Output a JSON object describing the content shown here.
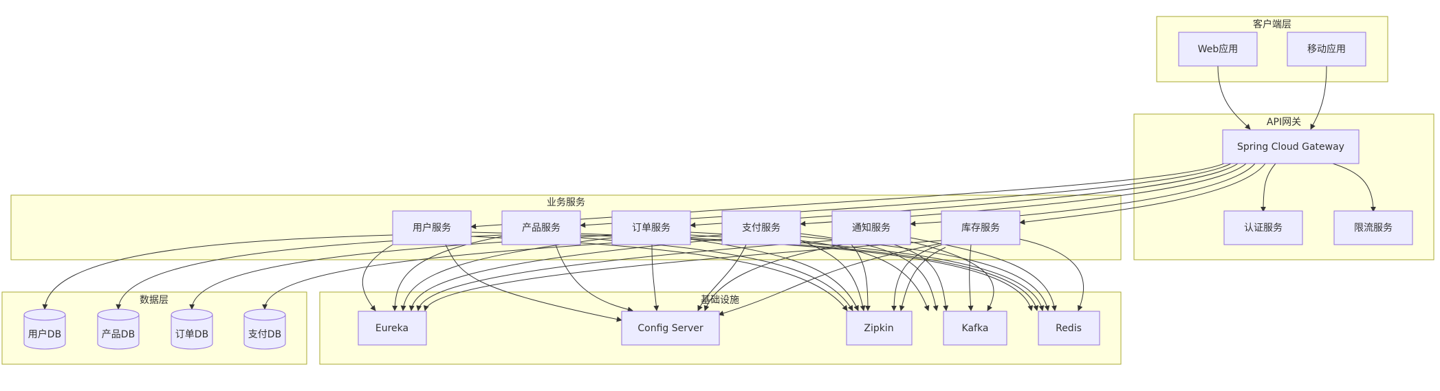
{
  "clusters": {
    "client": "客户端层",
    "gateway": "API网关",
    "business": "业务服务",
    "data": "数据层",
    "infra": "基础设施"
  },
  "nodes": {
    "web": "Web应用",
    "mobile": "移动应用",
    "scg": "Spring Cloud Gateway",
    "auth": "认证服务",
    "ratelimit": "限流服务",
    "user": "用户服务",
    "product": "产品服务",
    "order": "订单服务",
    "payment": "支付服务",
    "notify": "通知服务",
    "inventory": "库存服务",
    "userdb": "用户DB",
    "productdb": "产品DB",
    "orderdb": "订单DB",
    "paydb": "支付DB",
    "eureka": "Eureka",
    "config": "Config Server",
    "zipkin": "Zipkin",
    "kafka": "Kafka",
    "redis": "Redis"
  },
  "colors": {
    "cluster_fill": "#ffffde",
    "cluster_stroke": "#aaaa33",
    "node_fill": "#ececff",
    "node_stroke": "#9370db",
    "edge": "#333333"
  }
}
